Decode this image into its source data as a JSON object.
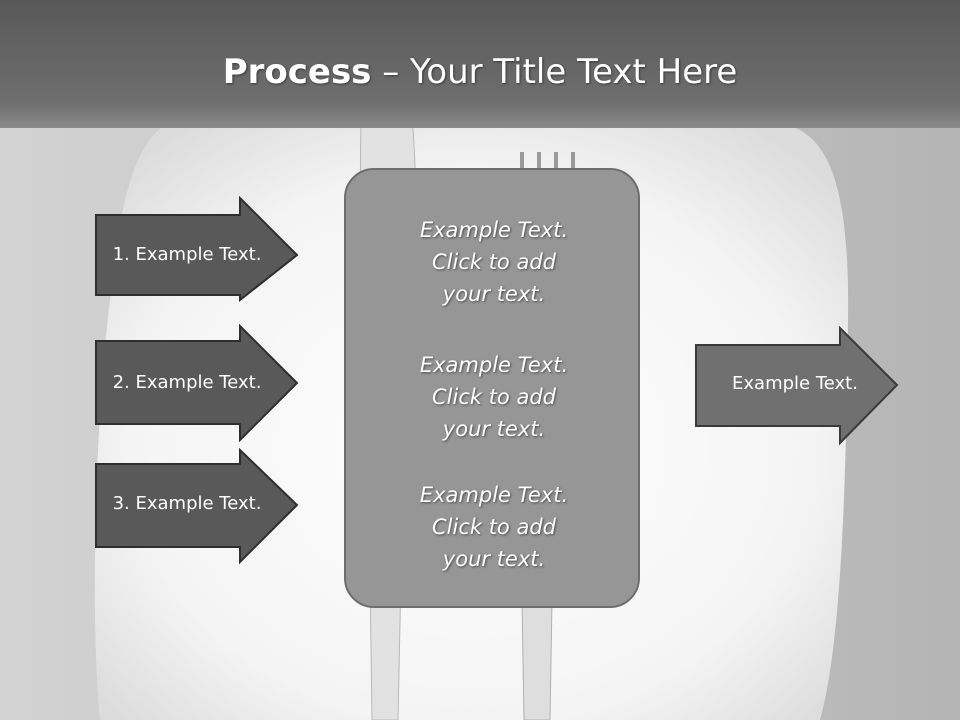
{
  "title": {
    "strong": "Process",
    "rest": " – Your Title Text Here"
  },
  "inputs": [
    {
      "label": "1. Example Text."
    },
    {
      "label": "2. Example Text."
    },
    {
      "label": "3. Example Text."
    }
  ],
  "center": {
    "blocks": [
      {
        "line1": "Example Text.",
        "line2": "Click  to add",
        "line3": "your text."
      },
      {
        "line1": "Example Text.",
        "line2": "Click  to add",
        "line3": "your text."
      },
      {
        "line1": "Example Text.",
        "line2": "Click  to add",
        "line3": "your text."
      }
    ]
  },
  "output": {
    "label": "Example Text."
  },
  "colors": {
    "arrow_dark": "#595959",
    "arrow_output": "#707070",
    "center_box": "#969696",
    "title_bar": "#5c5c5c"
  }
}
